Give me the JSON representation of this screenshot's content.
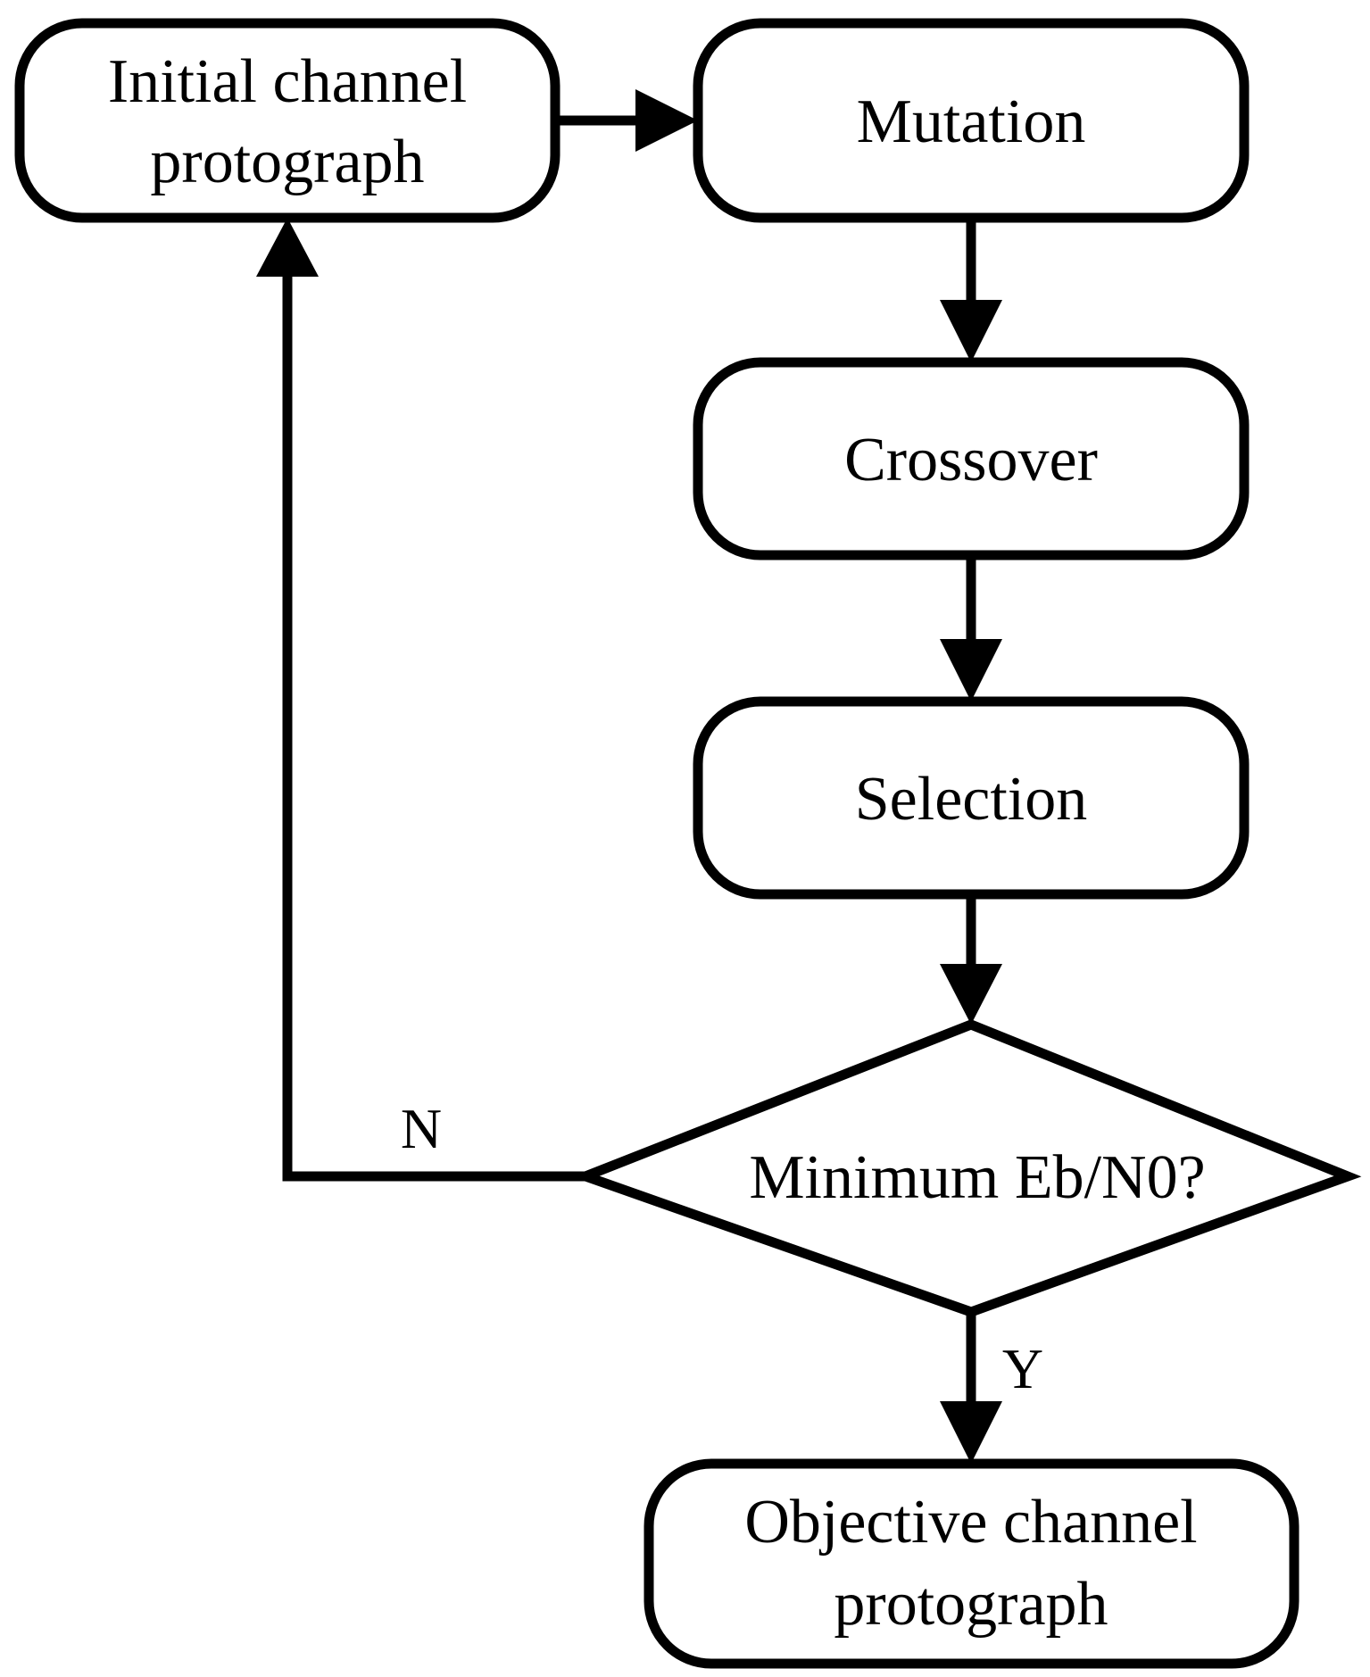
{
  "nodes": {
    "initial": {
      "lines": [
        "Initial channel",
        "protograph"
      ]
    },
    "mutation": {
      "label": "Mutation"
    },
    "crossover": {
      "label": "Crossover"
    },
    "selection": {
      "label": "Selection"
    },
    "decision": {
      "label": "Minimum Eb/N0?"
    },
    "objective": {
      "lines": [
        "Objective channel",
        "protograph"
      ]
    }
  },
  "edges": {
    "no_label": "N",
    "yes_label": "Y"
  }
}
